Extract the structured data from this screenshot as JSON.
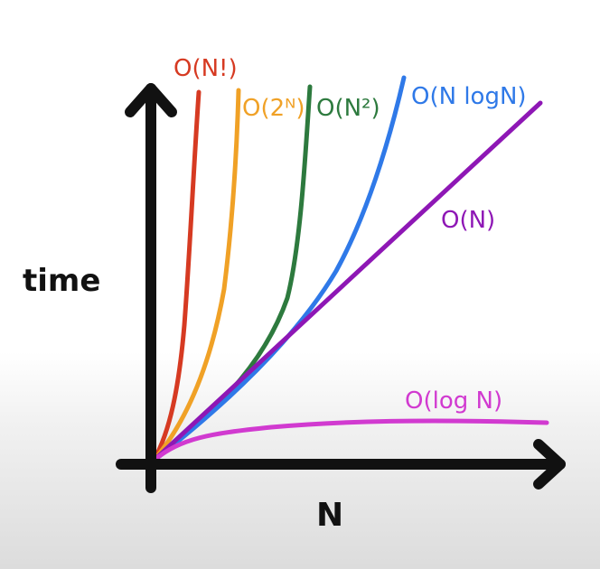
{
  "chart_data": {
    "type": "line",
    "title": "",
    "xlabel": "N",
    "ylabel": "time",
    "grid": false,
    "legend": "none",
    "series": [
      {
        "name": "O(N!)",
        "color": "#d63a22",
        "curve": "factorial"
      },
      {
        "name": "O(2ᴺ)",
        "color": "#f0a126",
        "curve": "exponential"
      },
      {
        "name": "O(N²)",
        "color": "#2d7a3e",
        "curve": "quadratic"
      },
      {
        "name": "O(N logN)",
        "color": "#2f79e8",
        "curve": "linearithmic"
      },
      {
        "name": "O(N)",
        "color": "#8e17b5",
        "curve": "linear"
      },
      {
        "name": "O(log N)",
        "color": "#d13ad0",
        "curve": "logarithmic"
      }
    ]
  }
}
